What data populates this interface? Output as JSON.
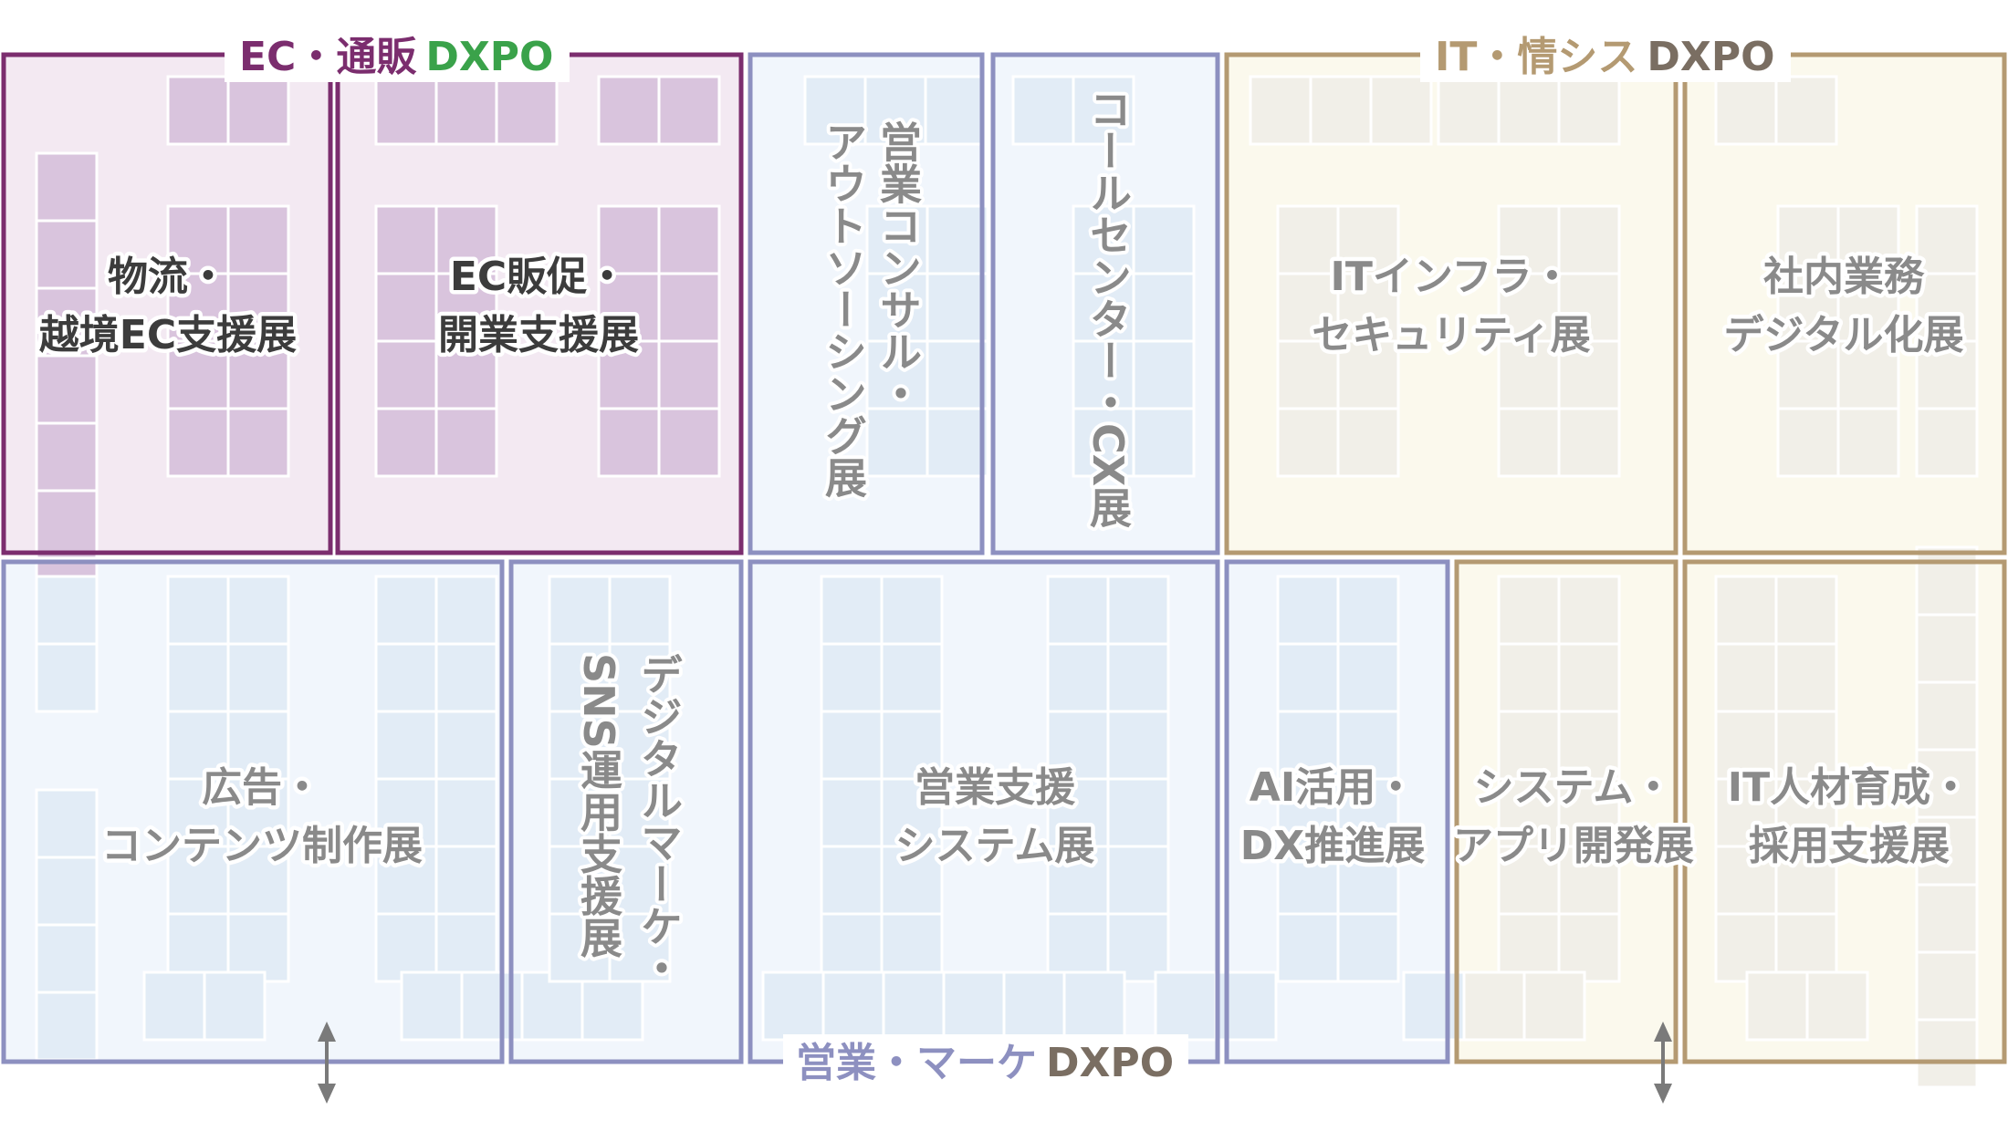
{
  "banners": {
    "ec": {
      "prefix": "EC・通販",
      "dxpo": "DXPO"
    },
    "it": {
      "prefix": "IT・情シス",
      "dxpo": "DXPO"
    },
    "sales": {
      "prefix": "営業・マーケ",
      "dxpo": "DXPO"
    }
  },
  "halls": {
    "logistics": {
      "line1": "物流・",
      "line2": "越境EC支援展"
    },
    "ec_promo": {
      "line1": "EC販促・",
      "line2": "開業支援展"
    },
    "sales_consult": {
      "col1": "営業コンサル・",
      "col2": "アウトソーシング展"
    },
    "call_center": {
      "col1": "コールセンター・CX展"
    },
    "it_infra": {
      "line1": "ITインフラ・",
      "line2": "セキュリティ展"
    },
    "internal_dx": {
      "line1": "社内業務",
      "line2": "デジタル化展"
    },
    "ad_content": {
      "line1": "広告・",
      "line2": "コンテンツ制作展"
    },
    "digital_sns": {
      "col1": "デジタルマーケ・",
      "col2": "SNS運用支援展"
    },
    "sales_system": {
      "line1": "営業支援",
      "line2": "システム展"
    },
    "ai_dx": {
      "line1": "AI活用・",
      "line2": "DX推進展"
    },
    "system_app": {
      "line1": "システム・",
      "line2": "アプリ開発展"
    },
    "it_talent": {
      "line1": "IT人材育成・",
      "line2": "採用支援展"
    }
  },
  "colors": {
    "ec_border": "#7b2d6e",
    "ec_fill": "#f3e9f2",
    "ec_booth": "#d9c4dd",
    "ec_text": "#3c3c3c",
    "blue_border": "#8d90c0",
    "blue_fill": "#f1f6fc",
    "blue_booth": "#e2ecf6",
    "blue_text": "#8a8a8a",
    "tan_border": "#b49a72",
    "tan_fill": "#fbf9ed",
    "tan_booth": "#f1efe8",
    "tan_text": "#8a8a8a",
    "dxpo_green": "#3aa24a",
    "dxpo_green_light": "#cfe3b4",
    "dxpo_dark": "#7a6e62",
    "arrow": "#7a7a7a"
  }
}
